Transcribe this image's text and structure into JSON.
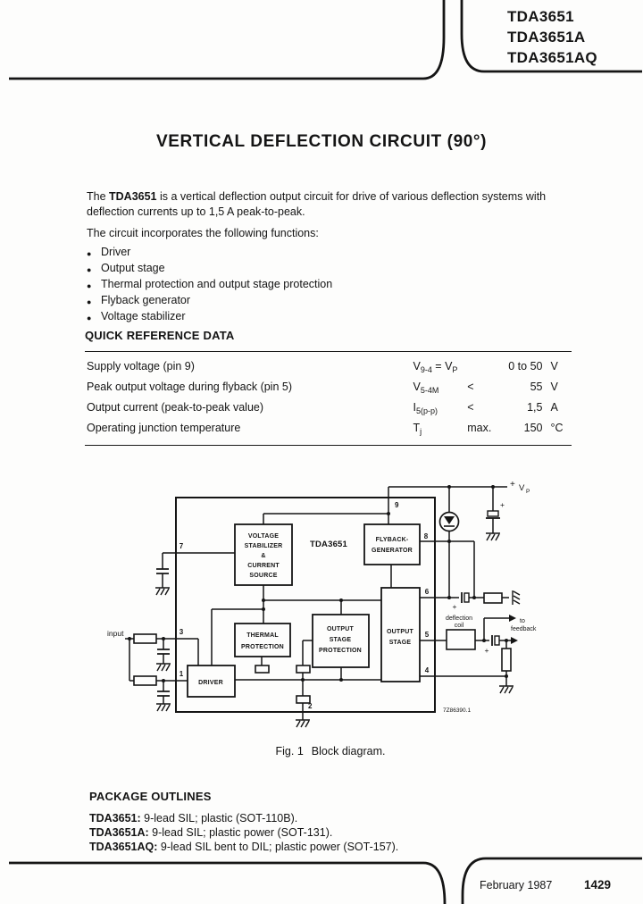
{
  "header": {
    "part_numbers": [
      "TDA3651",
      "TDA3651A",
      "TDA3651AQ"
    ]
  },
  "title": "VERTICAL DEFLECTION CIRCUIT (90°)",
  "intro": {
    "p1_pre": "The ",
    "p1_bold": "TDA3651",
    "p1_rest": " is a vertical deflection output circuit for drive of various deflection systems with",
    "p1_line2": "deflection currents up to 1,5 A peak-to-peak.",
    "p2": "The circuit incorporates the following functions:",
    "bullet_char": "●",
    "bullets": [
      "Driver",
      "Output stage",
      "Thermal protection and output stage protection",
      "Flyback generator",
      "Voltage stabilizer"
    ]
  },
  "qrd": {
    "heading": "QUICK REFERENCE DATA",
    "rows": [
      {
        "label": "Supply voltage (pin 9)",
        "sym_b1": "V",
        "sym_s1": "9-4",
        "sym_b2": " = V",
        "sym_s2": "P",
        "cond": "",
        "value": "0 to 50",
        "unit": "V"
      },
      {
        "label": "Peak output voltage during flyback (pin 5)",
        "sym_b1": "V",
        "sym_s1": "5-4M",
        "sym_b2": "",
        "sym_s2": "",
        "cond": "<",
        "value": "55",
        "unit": "V"
      },
      {
        "label": "Output current (peak-to-peak value)",
        "sym_b1": "I",
        "sym_s1": "5(p-p)",
        "sym_b2": "",
        "sym_s2": "",
        "cond": "<",
        "value": "1,5",
        "unit": "A"
      },
      {
        "label": "Operating junction temperature",
        "sym_b1": "T",
        "sym_s1": "j",
        "sym_b2": "",
        "sym_s2": "",
        "cond": "max.",
        "value": "150",
        "unit": "°C"
      }
    ]
  },
  "diagram": {
    "ic_label": "TDA3651",
    "blocks": {
      "vs": [
        "VOLTAGE",
        "STABILIZER",
        "&",
        "CURRENT",
        "SOURCE"
      ],
      "flyback": [
        "FLYBACK-",
        "GENERATOR"
      ],
      "thermal": [
        "THERMAL",
        "PROTECTION"
      ],
      "osp": [
        "OUTPUT",
        "STAGE",
        "PROTECTION"
      ],
      "output_stage": [
        "OUTPUT",
        "STAGE"
      ],
      "driver": "DRIVER"
    },
    "pins": {
      "p1": "1",
      "p2": "2",
      "p3": "3",
      "p4": "4",
      "p5": "5",
      "p6": "6",
      "p7": "7",
      "p8": "8",
      "p9": "9"
    },
    "labels": {
      "plus": "+",
      "vp_base": "V",
      "vp_sub": "P",
      "input": "input",
      "coil_1": "deflection",
      "coil_2": "coil",
      "fb_1": "to",
      "fb_2": "feedback",
      "code": "7Z86390.1"
    },
    "caption": {
      "fig": "Fig. 1",
      "text": "Block diagram."
    }
  },
  "package": {
    "heading": "PACKAGE OUTLINES",
    "items": [
      {
        "name": "TDA3651:",
        "desc": " 9-lead SIL; plastic (SOT-110B)."
      },
      {
        "name": "TDA3651A:",
        "desc": " 9-lead SIL; plastic power (SOT-131)."
      },
      {
        "name": "TDA3651AQ:",
        "desc": " 9-lead SIL bent to DIL; plastic power (SOT-157)."
      }
    ]
  },
  "footer": {
    "date": "February 1987",
    "page": "1429"
  }
}
